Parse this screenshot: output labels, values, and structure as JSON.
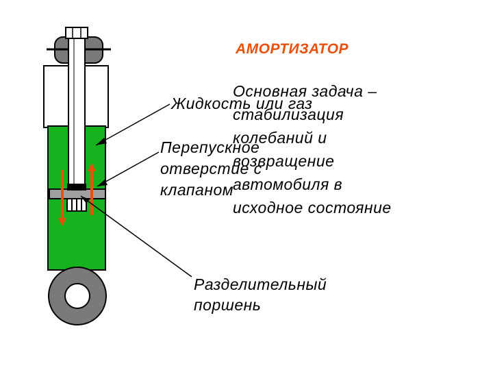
{
  "title": "АМОРТИЗАТОР",
  "description_lines": [
    "Основная задача –",
    "стабилизация",
    "колебаний и",
    "возвращение",
    "автомобиля в",
    "исходное состояние"
  ],
  "labels": {
    "fluid": "Жидкость или газ",
    "bypass_lines": [
      "Перепускное",
      "отверстие с",
      "клапаном"
    ],
    "piston_lines": [
      "Разделительный",
      "поршень"
    ]
  },
  "colors": {
    "title": "#e8500c",
    "fluid_fill": "#17b31f",
    "flow_arrows": "#e8500c",
    "metal": "#a0a0a0",
    "mount": "#7a7a7a"
  }
}
